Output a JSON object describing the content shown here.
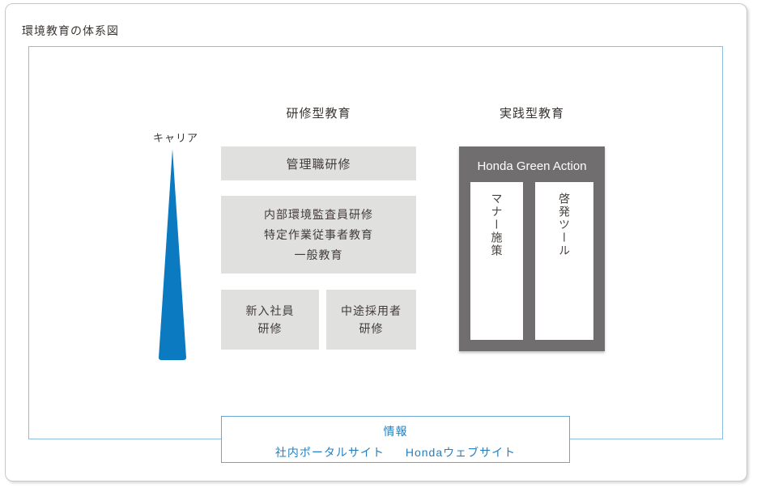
{
  "page": {
    "title": "環境教育の体系図"
  },
  "career": {
    "label": "キャリア",
    "arrow_direction": "up",
    "arrow_color": "#0b7ac1"
  },
  "training_education": {
    "heading": "研修型教育",
    "boxes": [
      {
        "lines": [
          "管理職研修"
        ]
      },
      {
        "lines": [
          "内部環境監査員研修",
          "特定作業従事者教育",
          "一般教育"
        ]
      },
      {
        "lines": [
          "新入社員",
          "研修"
        ]
      },
      {
        "lines": [
          "中途採用者",
          "研修"
        ]
      }
    ]
  },
  "practical_education": {
    "heading": "実践型教育",
    "program_title": "Honda Green Action",
    "items": [
      "マナー施策",
      "啓発ツール"
    ]
  },
  "information": {
    "heading": "情報",
    "links": [
      "社内ポータルサイト",
      "Hondaウェブサイト"
    ]
  },
  "colors": {
    "accent_blue": "#2380c2",
    "arrow_blue": "#0b7ac1",
    "light_gray_box": "#e0e0df",
    "dark_gray_box": "#706e6f",
    "inner_frame_border": "#8ebfe0",
    "info_box_border": "#6ba6d2",
    "card_border": "#c9c9c9",
    "text_dark": "#3a3533"
  }
}
